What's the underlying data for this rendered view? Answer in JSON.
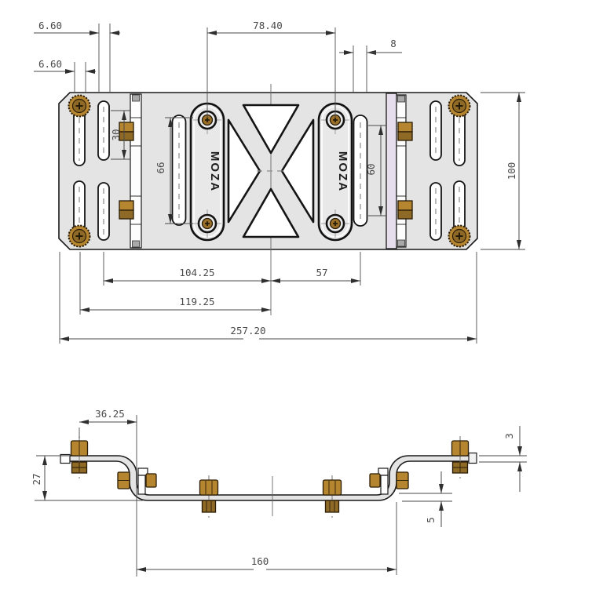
{
  "document": {
    "kind": "technical-drawing",
    "brand": "MOZA"
  },
  "colors": {
    "plate": "#e4e4e4",
    "cutout": "#ffffff",
    "outline": "#1a1a1a",
    "dimension": "#4a4a4a",
    "brass_light": "#b5862f",
    "brass_dark": "#8f6a26",
    "lavender_strip": "#e7deed",
    "background": "#ffffff"
  },
  "top_view": {
    "brand_left": "MOZA",
    "brand_right": "MOZA",
    "dims": {
      "inner_slot_width": "6.60",
      "outer_slot_width": "6.60",
      "rail_hole_spacing": "78.40",
      "side_slot_width": "8",
      "short_slot_length": "30",
      "left_slot_length": "66",
      "right_slot_length": "60",
      "plate_height": "100",
      "center_to_left_slot": "104.25",
      "center_to_right_slot": "57",
      "left_span": "119.25",
      "overall_length": "257.20"
    }
  },
  "front_view": {
    "dims": {
      "bolt_offset": "36.25",
      "overall_height": "27",
      "flange_thickness": "3",
      "web_step": "5",
      "base_span": "160"
    }
  }
}
